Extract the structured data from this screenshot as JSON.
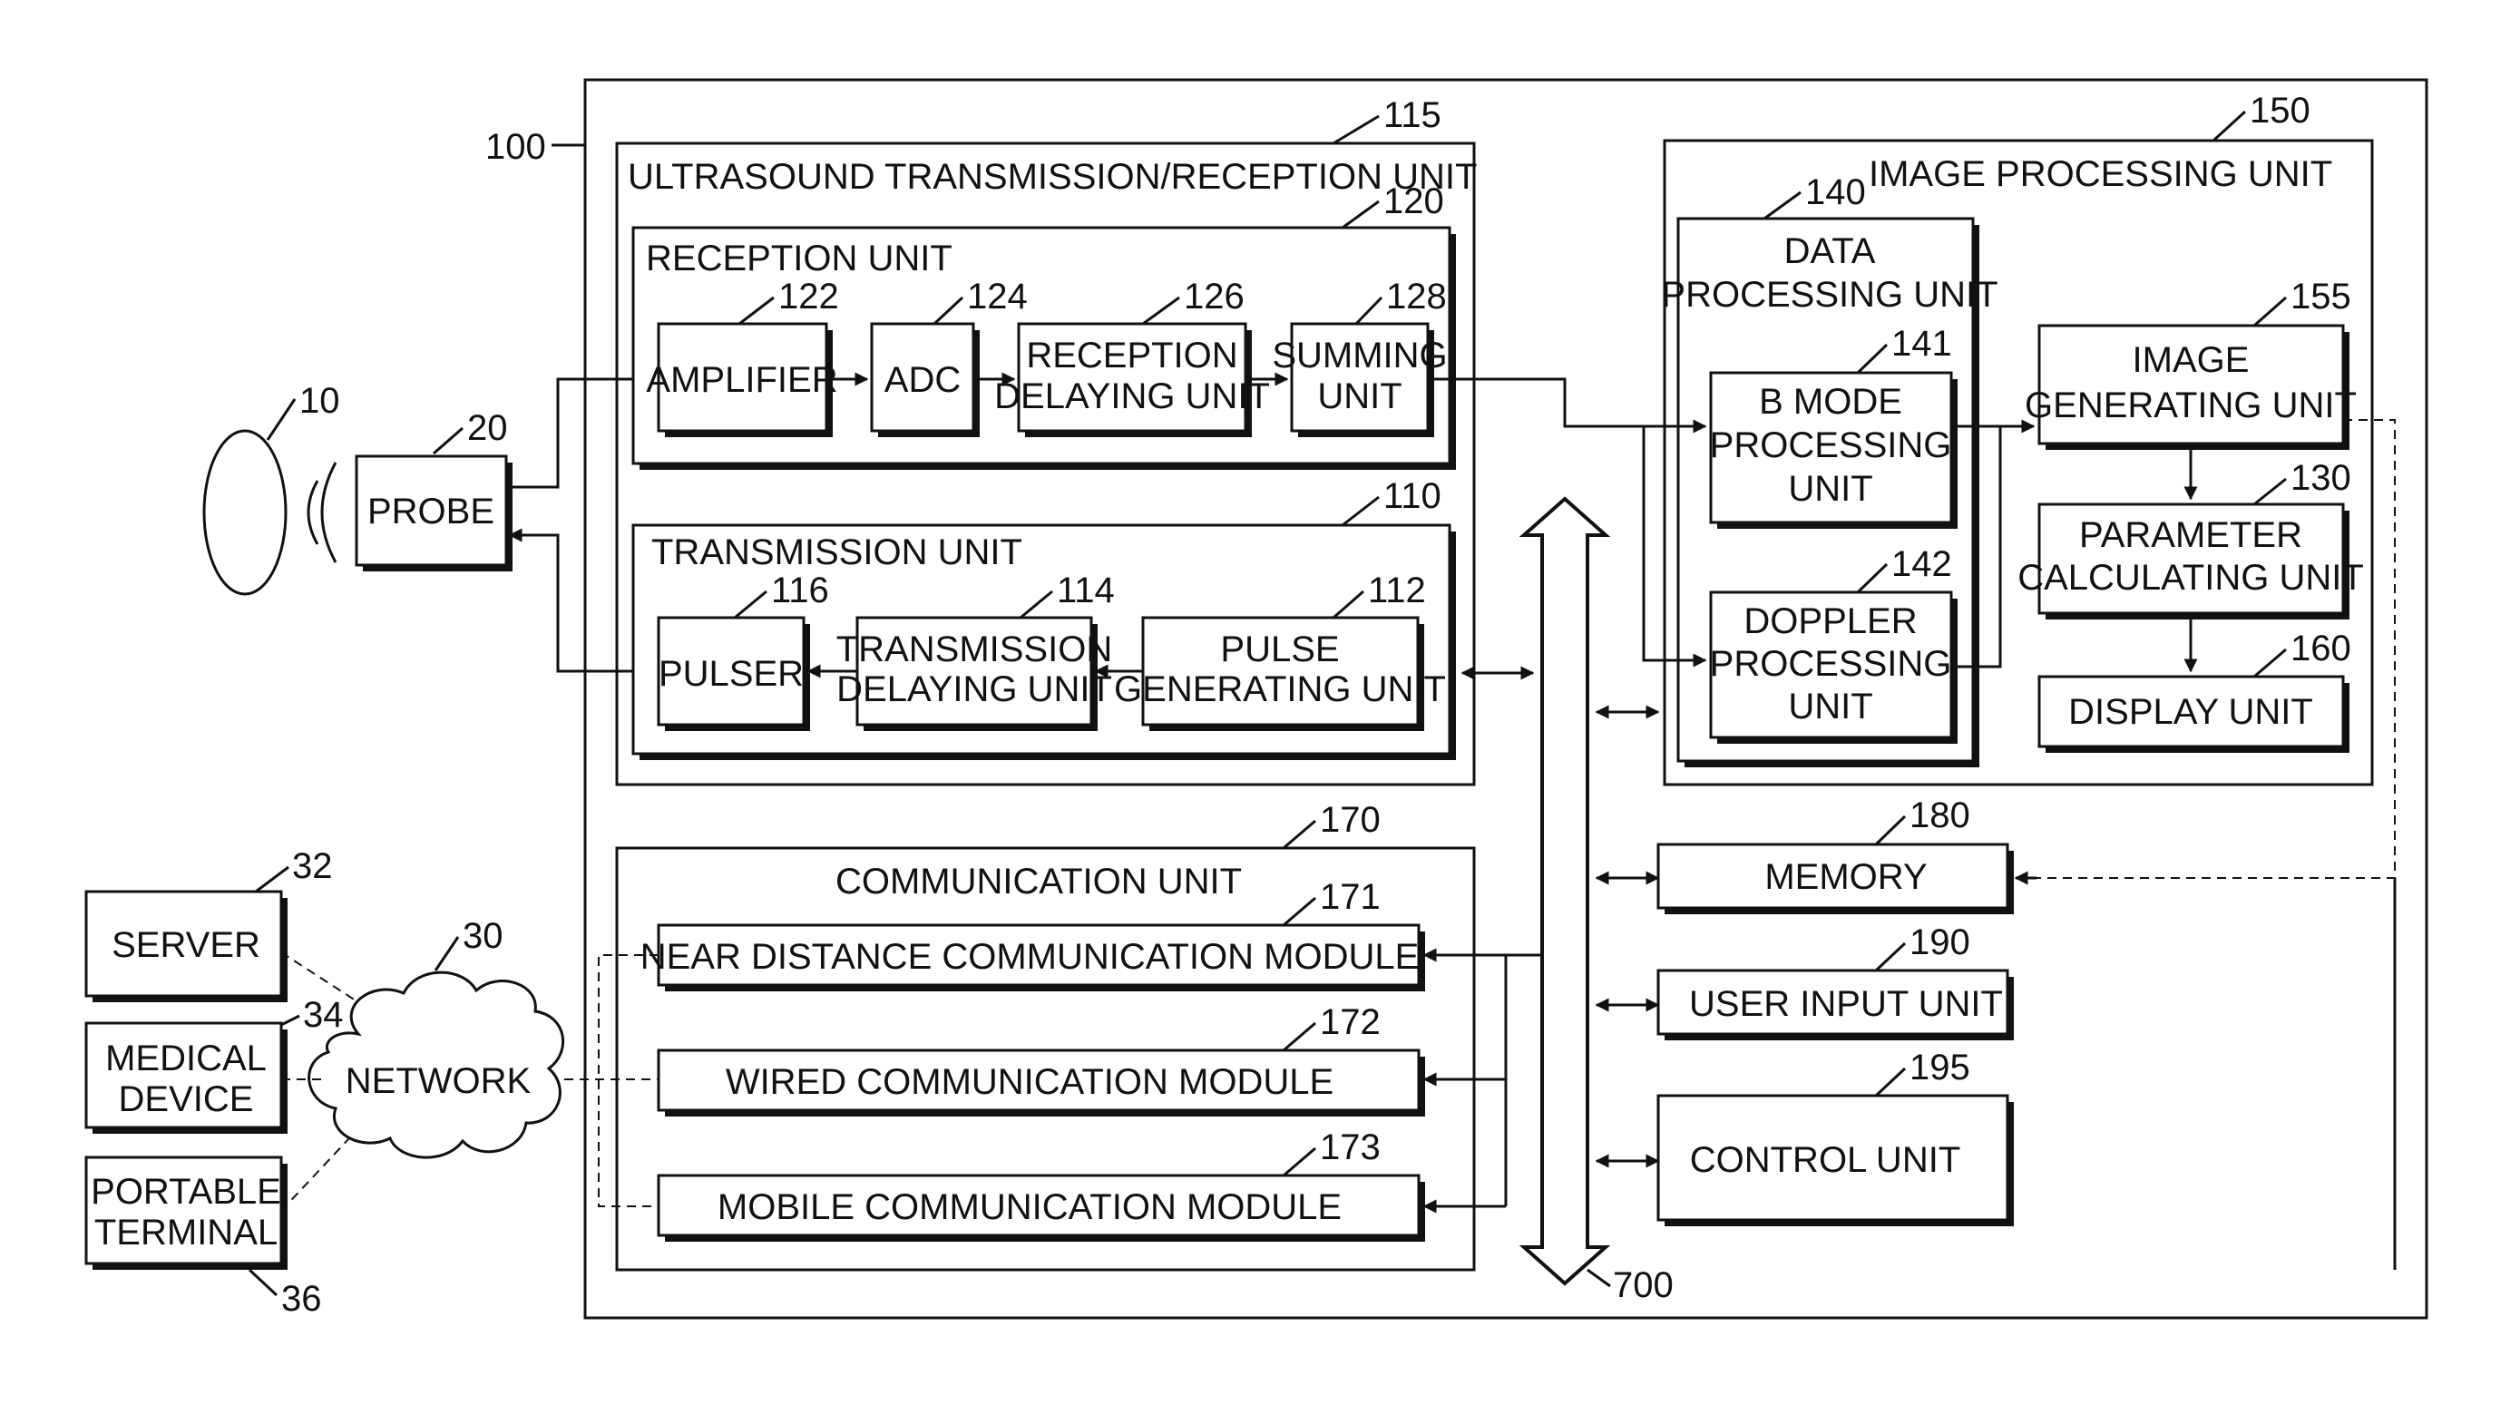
{
  "refs": {
    "system": "100",
    "object": "10",
    "probe": "20",
    "network": "30",
    "server": "32",
    "medical_device": "34",
    "portable_terminal": "36",
    "us_unit": "115",
    "reception_unit": "120",
    "amplifier": "122",
    "adc": "124",
    "reception_delaying": "126",
    "summing": "128",
    "transmission_unit": "110",
    "pulser": "116",
    "transmission_delaying": "114",
    "pulse_generating": "112",
    "image_processing": "150",
    "data_processing": "140",
    "b_mode": "141",
    "doppler": "142",
    "image_generating": "155",
    "parameter_calc": "130",
    "display": "160",
    "communication": "170",
    "near_comm": "171",
    "wired_comm": "172",
    "mobile_comm": "173",
    "memory": "180",
    "user_input": "190",
    "control": "195",
    "bus": "700"
  },
  "labels": {
    "probe": "PROBE",
    "server": "SERVER",
    "medical_device": [
      "MEDICAL",
      "DEVICE"
    ],
    "portable_terminal": [
      "PORTABLE",
      "TERMINAL"
    ],
    "network": "NETWORK",
    "us_unit": "ULTRASOUND TRANSMISSION/RECEPTION UNIT",
    "reception_unit": "RECEPTION UNIT",
    "amplifier": "AMPLIFIER",
    "adc": "ADC",
    "reception_delaying": [
      "RECEPTION",
      "DELAYING UNIT"
    ],
    "summing": [
      "SUMMING",
      "UNIT"
    ],
    "transmission_unit": "TRANSMISSION UNIT",
    "pulser": "PULSER",
    "transmission_delaying": [
      "TRANSMISSION",
      "DELAYING UNIT"
    ],
    "pulse_generating": [
      "PULSE",
      "GENERATING UNIT"
    ],
    "image_processing": "IMAGE PROCESSING UNIT",
    "data_processing": [
      "DATA",
      "PROCESSING UNIT"
    ],
    "b_mode": [
      "B MODE",
      "PROCESSING",
      "UNIT"
    ],
    "doppler": [
      "DOPPLER",
      "PROCESSING",
      "UNIT"
    ],
    "image_generating": [
      "IMAGE",
      "GENERATING UNIT"
    ],
    "parameter_calc": [
      "PARAMETER",
      "CALCULATING UNIT"
    ],
    "display": "DISPLAY UNIT",
    "communication": "COMMUNICATION UNIT",
    "near_comm": "NEAR DISTANCE COMMUNICATION MODULE",
    "wired_comm": "WIRED COMMUNICATION MODULE",
    "mobile_comm": "MOBILE COMMUNICATION MODULE",
    "memory": "MEMORY",
    "user_input": "USER INPUT UNIT",
    "control": "CONTROL UNIT"
  }
}
